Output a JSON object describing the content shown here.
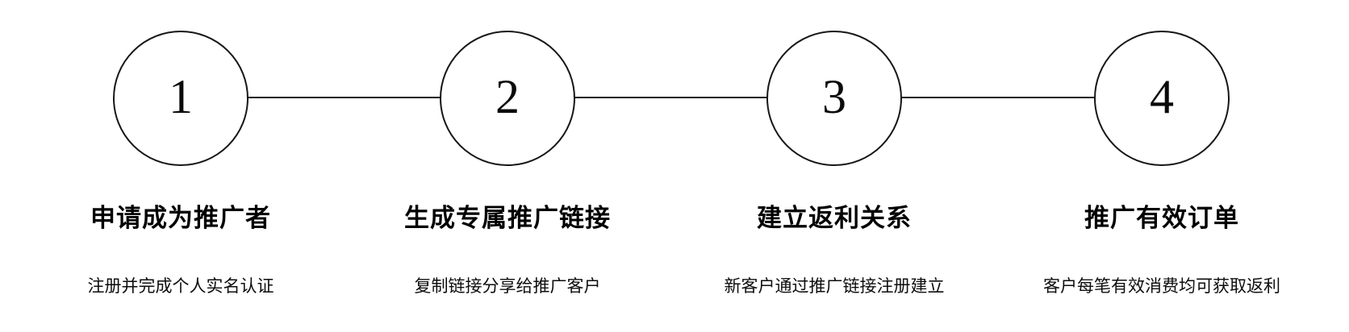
{
  "diagram": {
    "kind": "horizontal-process-steps",
    "background_color": "#ffffff",
    "stroke_color": "#161616",
    "text_color": "#000000",
    "step_count": 4
  },
  "steps": [
    {
      "number": "1",
      "title": "申请成为推广者",
      "description": "注册并完成个人实名认证"
    },
    {
      "number": "2",
      "title": "生成专属推广链接",
      "description": "复制链接分享给推广客户"
    },
    {
      "number": "3",
      "title": "建立返利关系",
      "description": "新客户通过推广链接注册建立"
    },
    {
      "number": "4",
      "title": "推广有效订单",
      "description": "客户每笔有效消费均可获取返利"
    }
  ]
}
